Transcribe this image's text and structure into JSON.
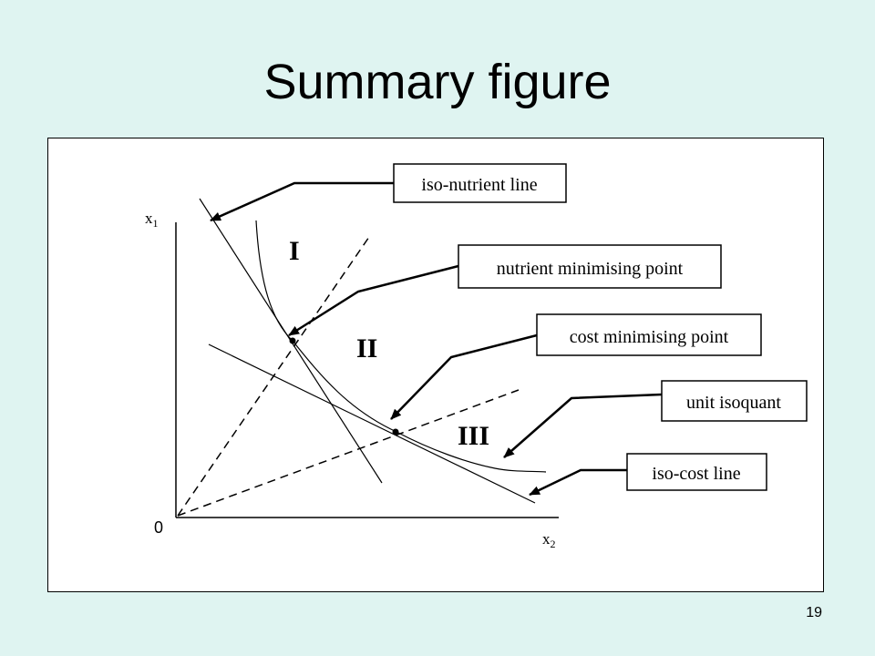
{
  "slide": {
    "title": "Summary figure",
    "page_number": "19"
  },
  "diagram": {
    "axes": {
      "y_label_base": "x",
      "y_label_sub": "1",
      "x_label_base": "x",
      "x_label_sub": "2",
      "origin_label": "0"
    },
    "regions": [
      "I",
      "II",
      "III"
    ],
    "callouts": {
      "iso_nutrient_line": "iso-nutrient line",
      "nutrient_minimising_point": "nutrient minimising point",
      "cost_minimising_point": "cost minimising point",
      "unit_isoquant": "unit isoquant",
      "iso_cost_line": "iso-cost line"
    }
  }
}
